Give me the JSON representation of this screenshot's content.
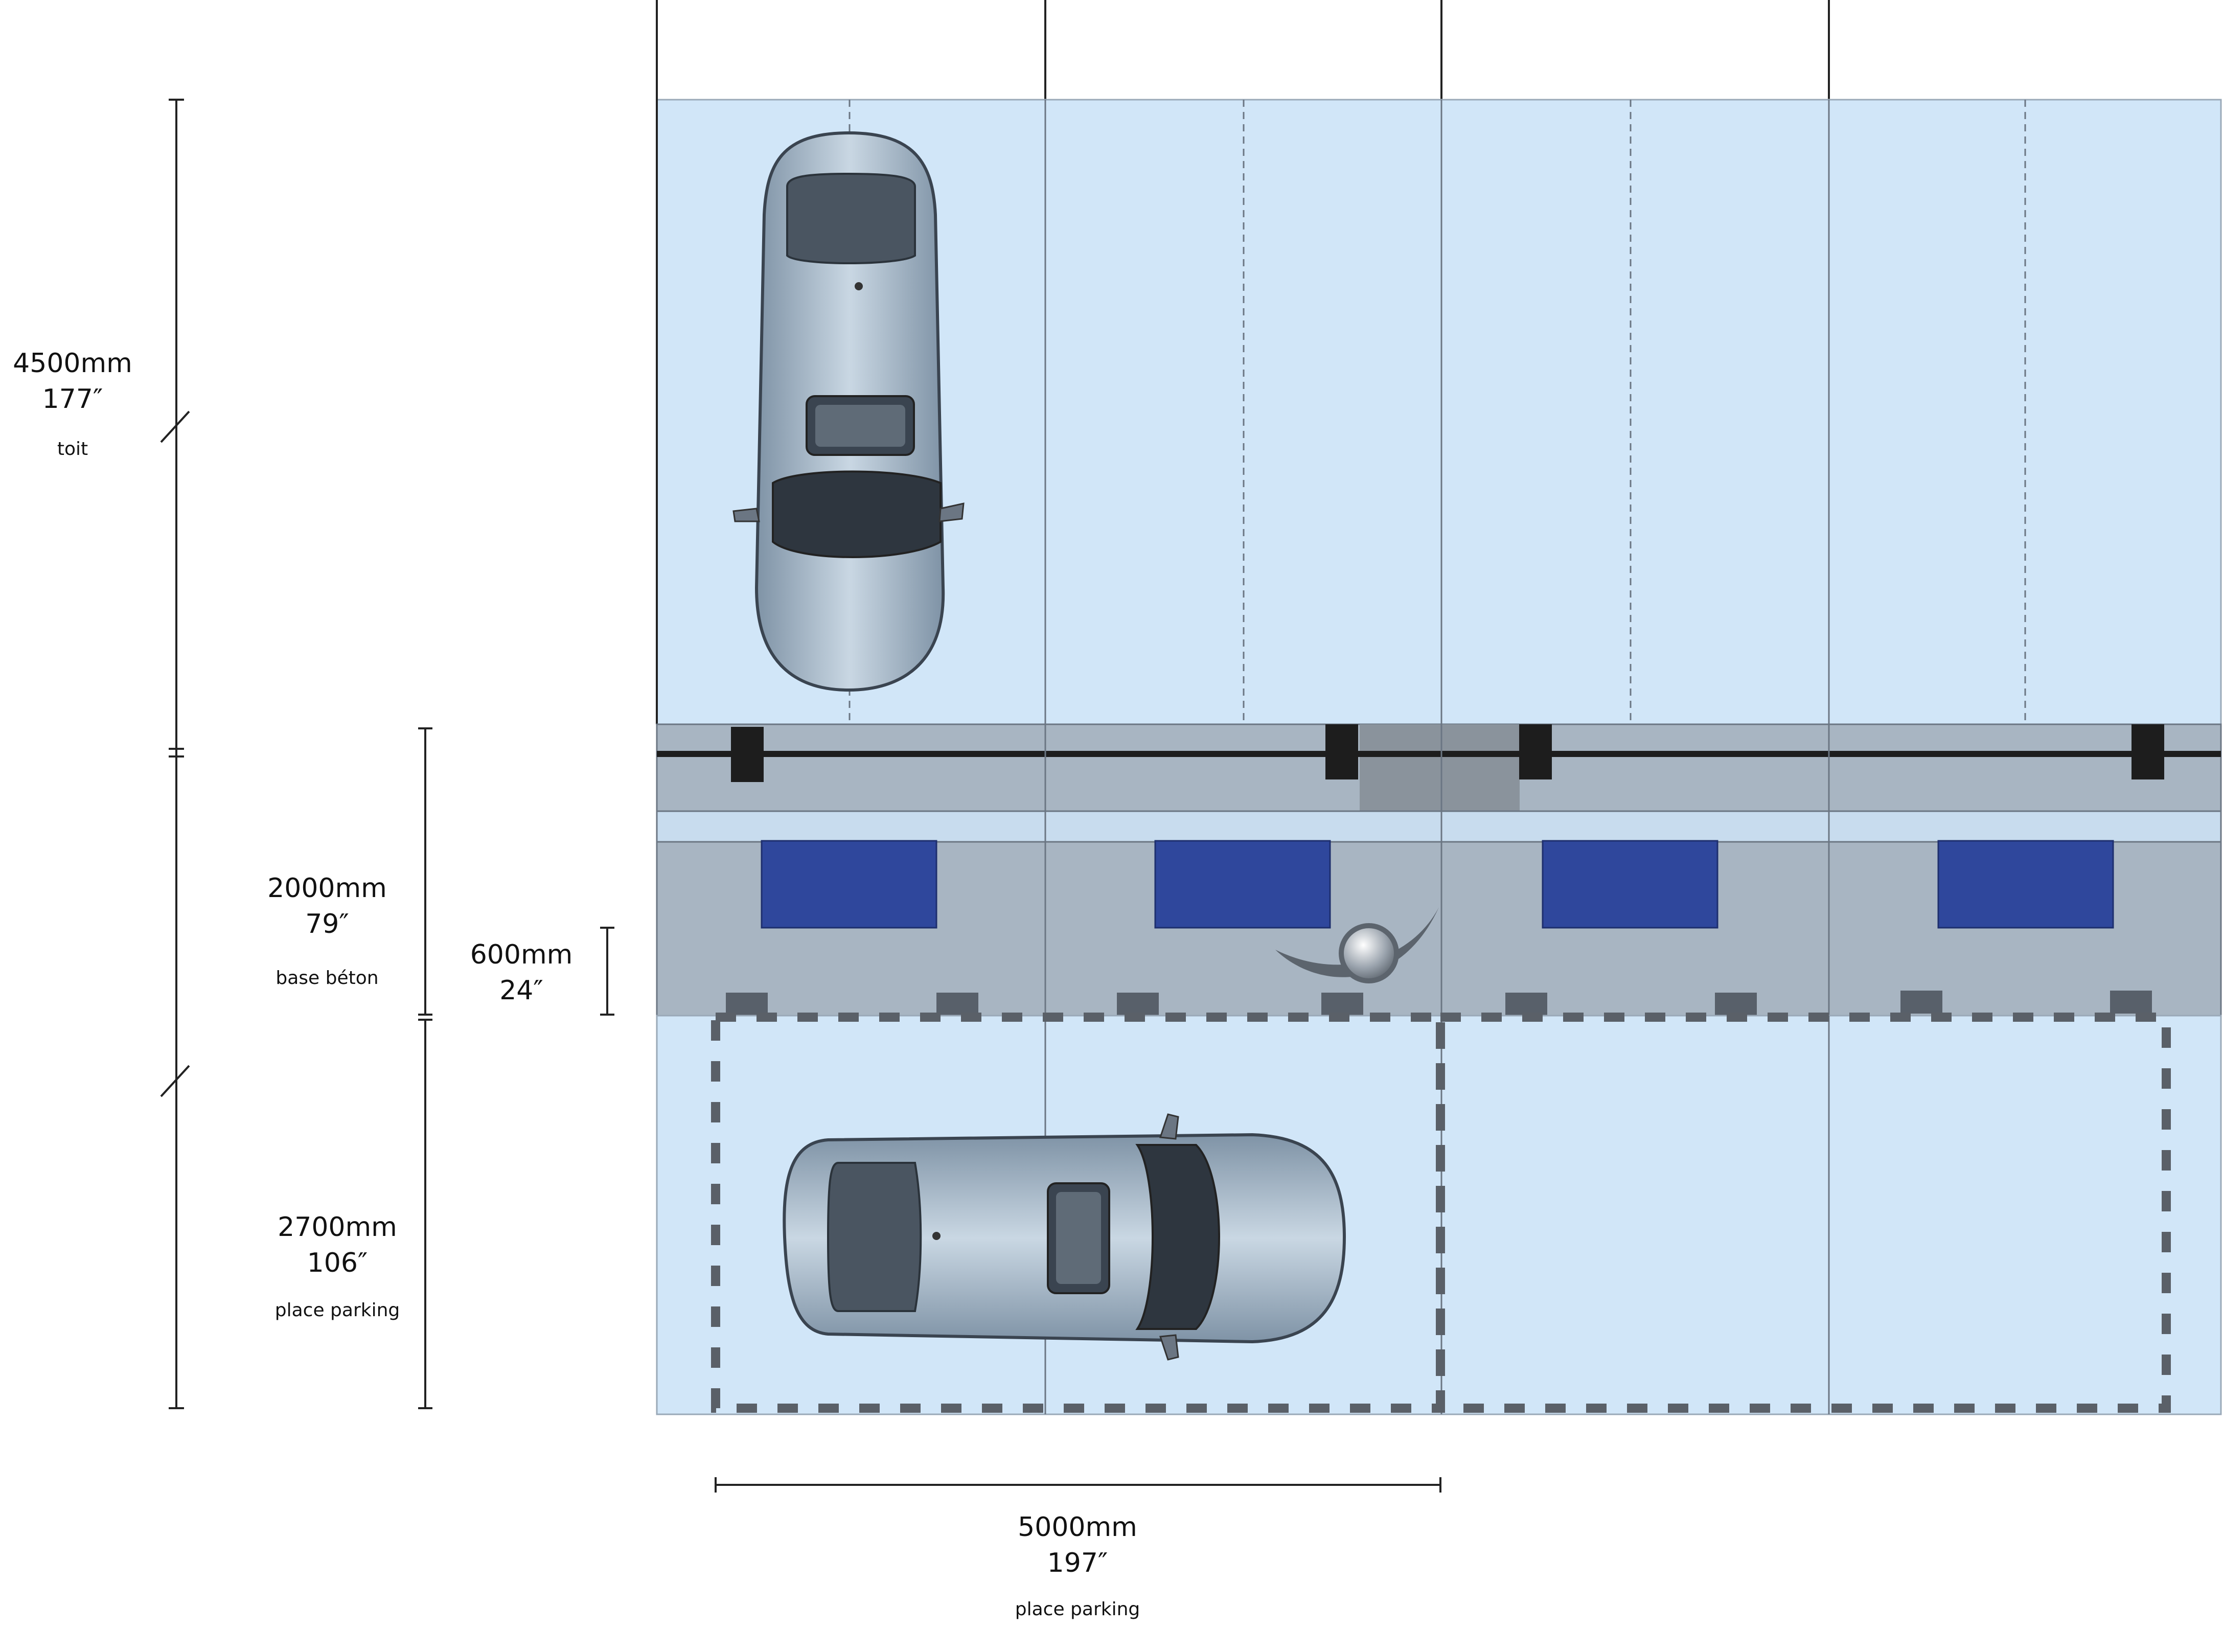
{
  "dimensions": {
    "roof": {
      "mm": "4500mm",
      "inch": "177″",
      "caption": "toit"
    },
    "base": {
      "mm": "2000mm",
      "inch": "79″",
      "caption": "base béton"
    },
    "panel": {
      "mm": "600mm",
      "inch": "24″"
    },
    "parking_depth": {
      "mm": "2700mm",
      "inch": "106″",
      "caption": "place parking"
    },
    "parking_width": {
      "mm": "5000mm",
      "inch": "197″",
      "caption": "place parking"
    }
  },
  "colors": {
    "roof_fill": "#d1e6f8",
    "parking_fill": "#d1e6f8",
    "concrete": "#a8b5c2",
    "panel_blue": "#2f479c",
    "beam": "#222222",
    "dashed_outline": "#5a6068",
    "car_body": "#a7b9c9"
  },
  "icons": {
    "logo": "swoosh-ball-logo-icon",
    "car_top": "sedan-top-view-icon"
  }
}
